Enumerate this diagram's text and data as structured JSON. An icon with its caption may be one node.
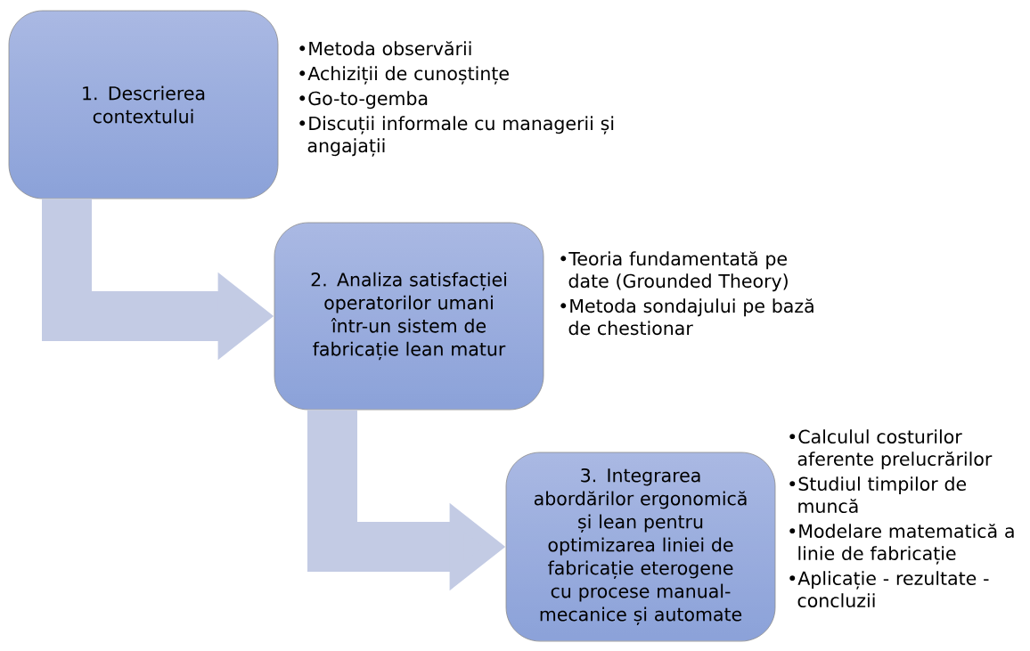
{
  "diagram": {
    "nodes": [
      {
        "text": [
          "1. Descrierea contextului"
        ],
        "beside": [
          "•Metoda observării",
          "•Achiziții de cunoștințe",
          "•Go-to-gemba",
          "•Discuții informale cu managerii și angajații"
        ]
      },
      {
        "text": [
          "2. Analiza satisfacției operatorilor umani într-un sistem de fabricație lean matur"
        ],
        "beside": [
          "•Teoria fundamentată pe date (Grounded Theory)",
          "•Metoda sondajului pe bază de chestionar"
        ]
      },
      {
        "text": [
          "3. Integrarea abordărilor ergonomică și lean pentru optimizarea liniei de fabricație eterogene cu procese manual-mecanice și automate"
        ],
        "beside": [
          "•Calculul costurilor aferente prelucrărilor",
          "•Studiul timpilor de muncă",
          "•Modelare matematică a linie de fabricație",
          "•Aplicație - rezultate - concluzii"
        ]
      }
    ],
    "edges": [
      {
        "from": 0,
        "to": 1,
        "arrow": "to"
      },
      {
        "from": 1,
        "to": 2,
        "arrow": "to"
      }
    ]
  }
}
